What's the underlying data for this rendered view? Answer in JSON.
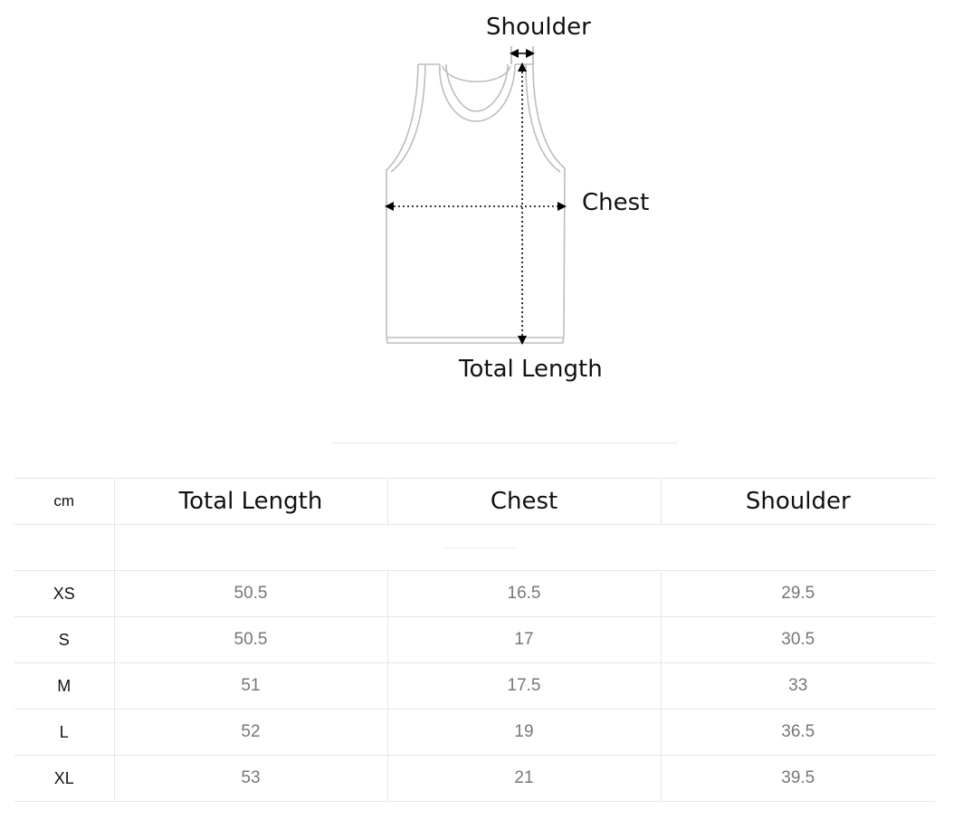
{
  "diagram": {
    "labels": {
      "shoulder": "Shoulder",
      "chest": "Chest",
      "total_length": "Total Length"
    }
  },
  "table": {
    "unit": "cm",
    "columns": [
      "Total Length",
      "Chest",
      "Shoulder"
    ],
    "rows": [
      {
        "size": "XS",
        "values": [
          "50.5",
          "16.5",
          "29.5"
        ]
      },
      {
        "size": "S",
        "values": [
          "50.5",
          "17",
          "30.5"
        ]
      },
      {
        "size": "M",
        "values": [
          "51",
          "17.5",
          "33"
        ]
      },
      {
        "size": "L",
        "values": [
          "52",
          "19",
          "36.5"
        ]
      },
      {
        "size": "XL",
        "values": [
          "53",
          "21",
          "39.5"
        ]
      }
    ]
  }
}
